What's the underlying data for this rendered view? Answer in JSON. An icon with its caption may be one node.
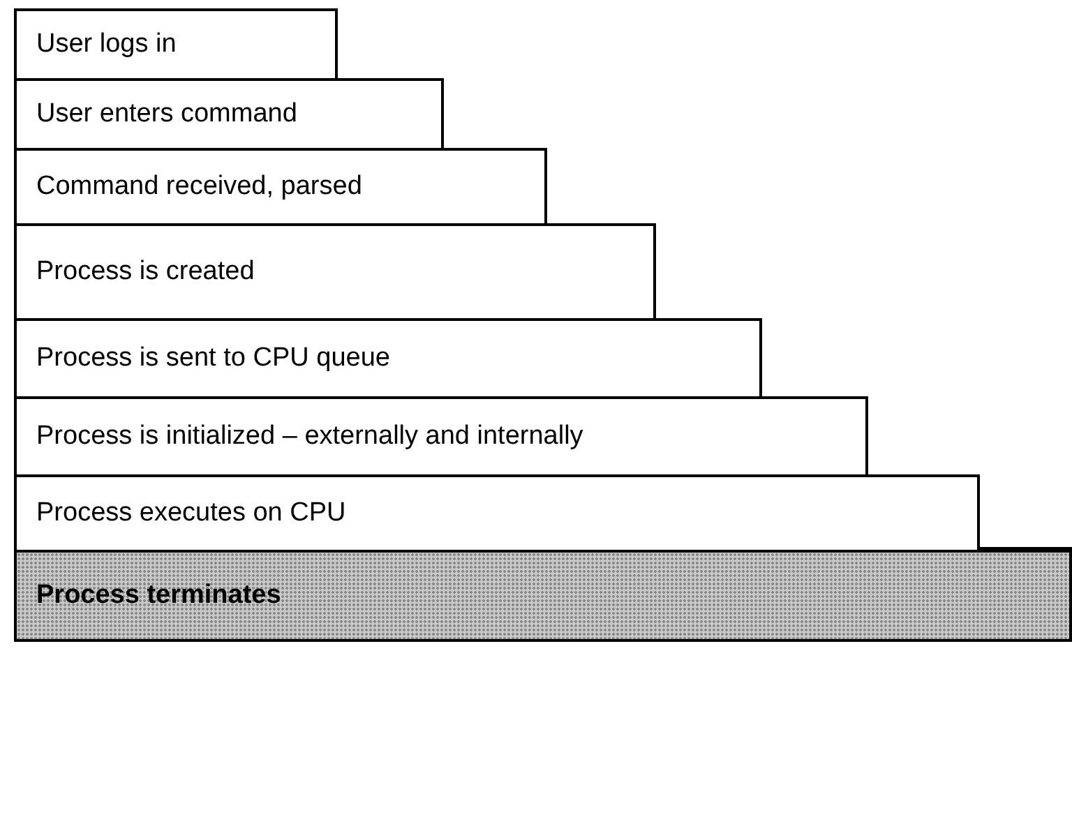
{
  "diagram": {
    "nodes": [
      {
        "text": [
          "User logs in"
        ]
      },
      {
        "text": [
          "User enters command"
        ]
      },
      {
        "text": [
          "Command received, parsed"
        ]
      },
      {
        "text": [
          "Process is created"
        ]
      },
      {
        "text": [
          "Process is sent to CPU queue"
        ]
      },
      {
        "text": [
          "Process is initialized – externally and internally"
        ]
      },
      {
        "text": [
          "Process executes on CPU"
        ]
      },
      {
        "text": [
          "Process terminates"
        ]
      }
    ]
  }
}
